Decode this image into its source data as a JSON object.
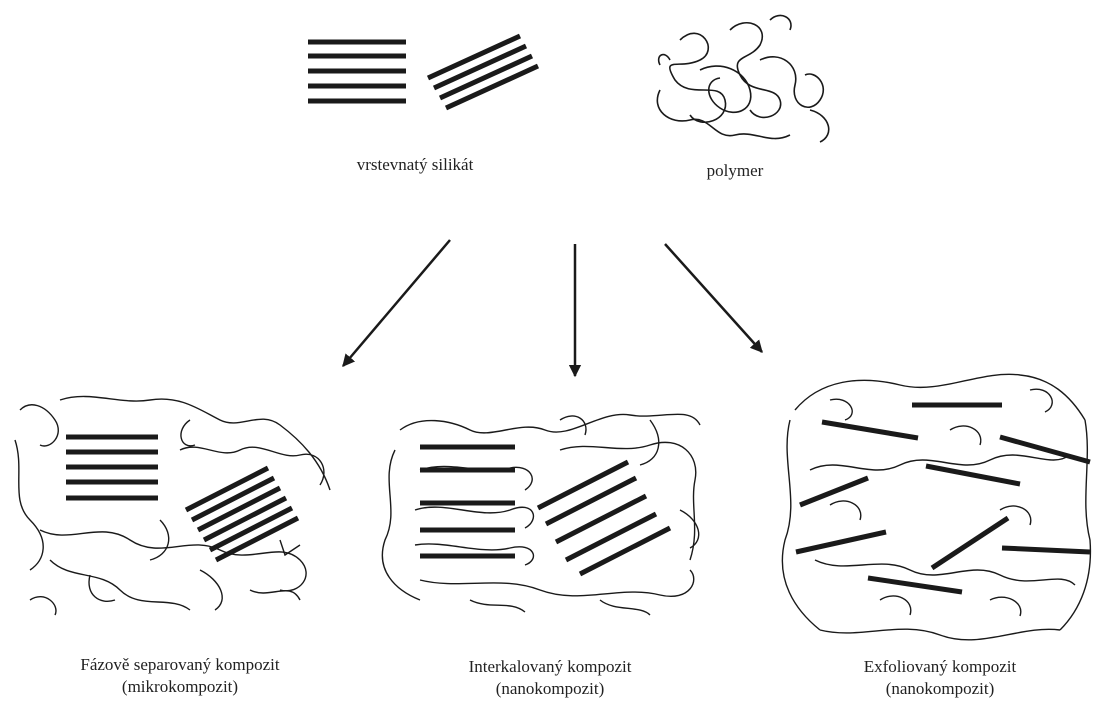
{
  "inputs": {
    "silicate_label": "vrstevnatý silikát",
    "polymer_label": "polymer"
  },
  "outputs": [
    {
      "title": "Fázově separovaný kompozit",
      "subtitle": "(mikrokompozit)"
    },
    {
      "title": "Interkalovaný kompozit",
      "subtitle": "(nanokompozit)"
    },
    {
      "title": "Exfoliovaný kompozit",
      "subtitle": "(nanokompozit)"
    }
  ],
  "colors": {
    "ink": "#1a1a1a",
    "background": "#ffffff"
  }
}
